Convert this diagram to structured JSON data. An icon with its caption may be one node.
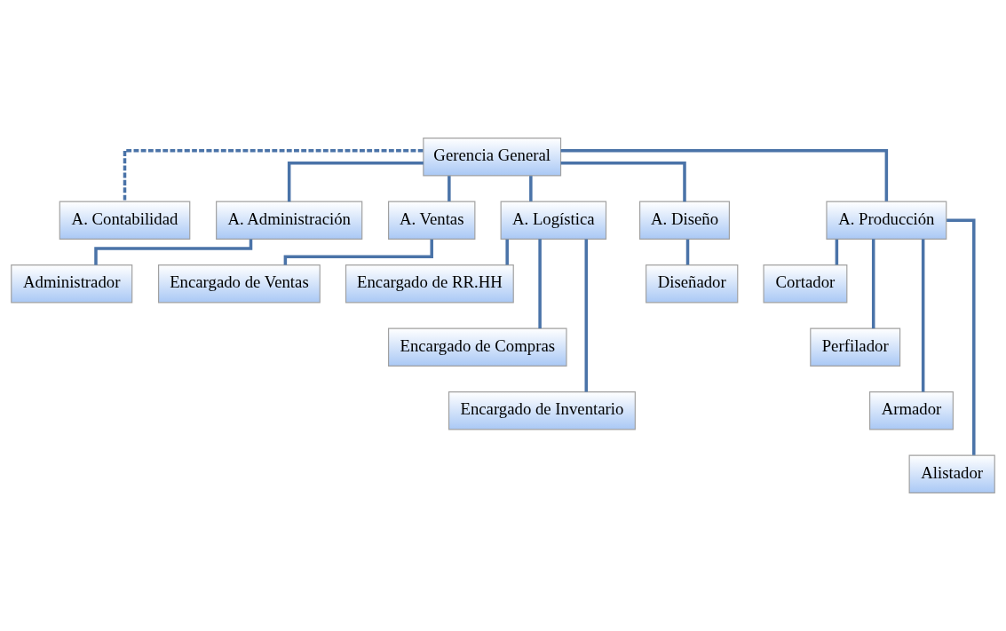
{
  "diagram": {
    "nodes": [
      {
        "text": [
          "Gerencia General"
        ]
      },
      {
        "text": [
          "A. Contabilidad"
        ]
      },
      {
        "text": [
          "A. Administración"
        ]
      },
      {
        "text": [
          "A. Ventas"
        ]
      },
      {
        "text": [
          "A. Logística"
        ]
      },
      {
        "text": [
          "A. Diseño"
        ]
      },
      {
        "text": [
          "A. Producción"
        ]
      },
      {
        "text": [
          "Administrador"
        ]
      },
      {
        "text": [
          "Encargado de Ventas"
        ]
      },
      {
        "text": [
          "Encargado de RR.HH"
        ]
      },
      {
        "text": [
          "Encargado de Compras"
        ]
      },
      {
        "text": [
          "Encargado de Inventario"
        ]
      },
      {
        "text": [
          "Diseñador"
        ]
      },
      {
        "text": [
          "Cortador"
        ]
      },
      {
        "text": [
          "Perfilador"
        ]
      },
      {
        "text": [
          "Armador"
        ]
      },
      {
        "text": [
          "Alistador"
        ]
      }
    ],
    "edges": [
      {
        "from": 0,
        "to": 1,
        "arrow": "none",
        "style": "dashed"
      },
      {
        "from": 0,
        "to": 2,
        "arrow": "none"
      },
      {
        "from": 0,
        "to": 3,
        "arrow": "none"
      },
      {
        "from": 0,
        "to": 4,
        "arrow": "none"
      },
      {
        "from": 0,
        "to": 5,
        "arrow": "none"
      },
      {
        "from": 0,
        "to": 6,
        "arrow": "none"
      },
      {
        "from": 2,
        "to": 7,
        "arrow": "none"
      },
      {
        "from": 3,
        "to": 8,
        "arrow": "none"
      },
      {
        "from": 4,
        "to": 9,
        "arrow": "none"
      },
      {
        "from": 4,
        "to": 10,
        "arrow": "none"
      },
      {
        "from": 4,
        "to": 11,
        "arrow": "none"
      },
      {
        "from": 5,
        "to": 12,
        "arrow": "none"
      },
      {
        "from": 6,
        "to": 13,
        "arrow": "none"
      },
      {
        "from": 6,
        "to": 14,
        "arrow": "none"
      },
      {
        "from": 6,
        "to": 15,
        "arrow": "none"
      },
      {
        "from": 6,
        "to": 16,
        "arrow": "none"
      }
    ]
  }
}
